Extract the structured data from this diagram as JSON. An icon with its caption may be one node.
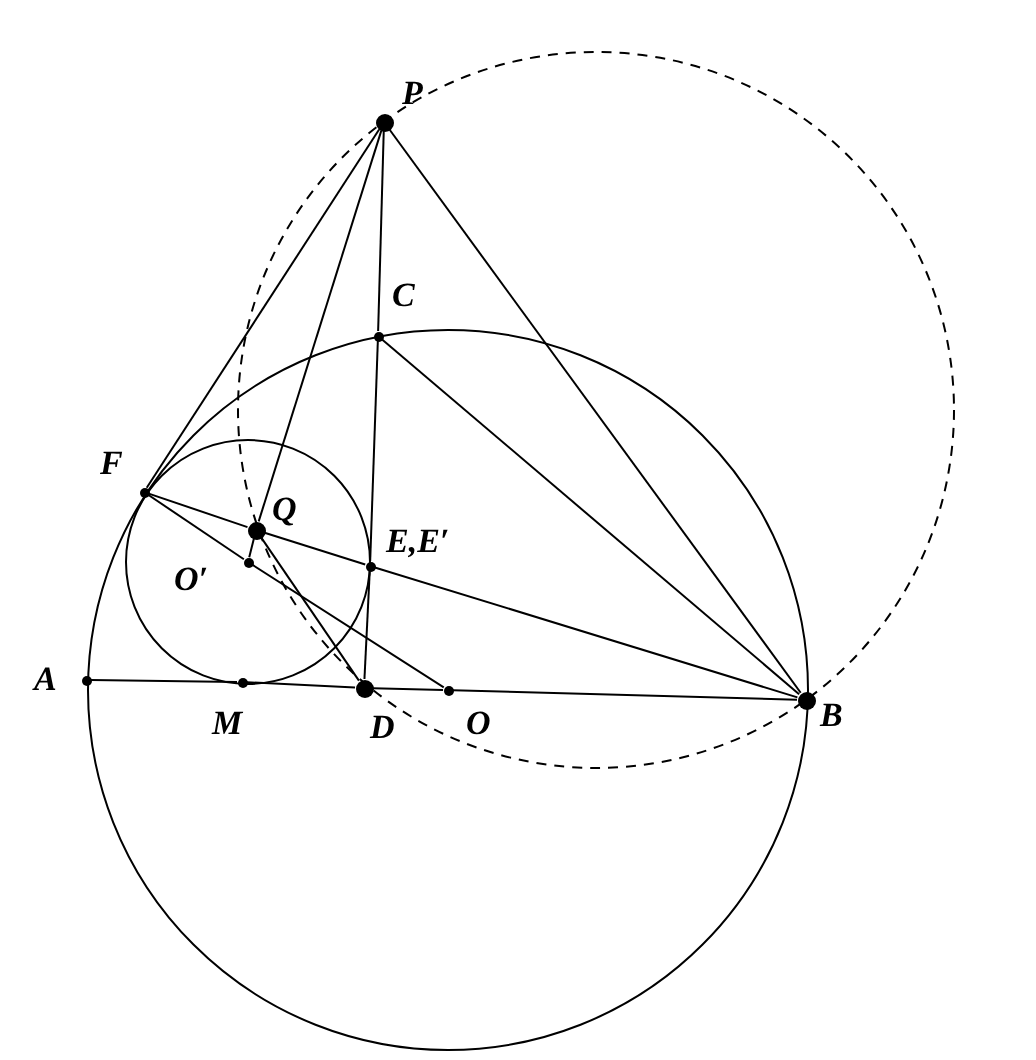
{
  "diagram": {
    "nodes": [
      {
        "text": [
          "P"
        ]
      },
      {
        "text": [
          "C"
        ]
      },
      {
        "text": [
          "F"
        ]
      },
      {
        "text": [
          "Q"
        ]
      },
      {
        "text": [
          "E,E′"
        ]
      },
      {
        "text": [
          "O′"
        ]
      },
      {
        "text": [
          "A"
        ]
      },
      {
        "text": [
          "M"
        ]
      },
      {
        "text": [
          "D"
        ]
      },
      {
        "text": [
          "O"
        ]
      },
      {
        "text": [
          "B"
        ]
      }
    ],
    "edges": [
      {
        "from": 0,
        "to": 2,
        "arrow": "none"
      },
      {
        "from": 0,
        "to": 3,
        "arrow": "none"
      },
      {
        "from": 0,
        "to": 1,
        "arrow": "none"
      },
      {
        "from": 1,
        "to": 4,
        "arrow": "none"
      },
      {
        "from": 4,
        "to": 8,
        "arrow": "none"
      },
      {
        "from": 0,
        "to": 10,
        "arrow": "none"
      },
      {
        "from": 1,
        "to": 10,
        "arrow": "none"
      },
      {
        "from": 2,
        "to": 3,
        "arrow": "none"
      },
      {
        "from": 3,
        "to": 4,
        "arrow": "none"
      },
      {
        "from": 4,
        "to": 10,
        "arrow": "none"
      },
      {
        "from": 2,
        "to": 5,
        "arrow": "none"
      },
      {
        "from": 5,
        "to": 9,
        "arrow": "none"
      },
      {
        "from": 5,
        "to": 3,
        "arrow": "none"
      },
      {
        "from": 3,
        "to": 8,
        "arrow": "none"
      },
      {
        "from": 6,
        "to": 7,
        "arrow": "none"
      },
      {
        "from": 7,
        "to": 8,
        "arrow": "none"
      },
      {
        "from": 8,
        "to": 9,
        "arrow": "none"
      },
      {
        "from": 9,
        "to": 10,
        "arrow": "none"
      }
    ]
  }
}
